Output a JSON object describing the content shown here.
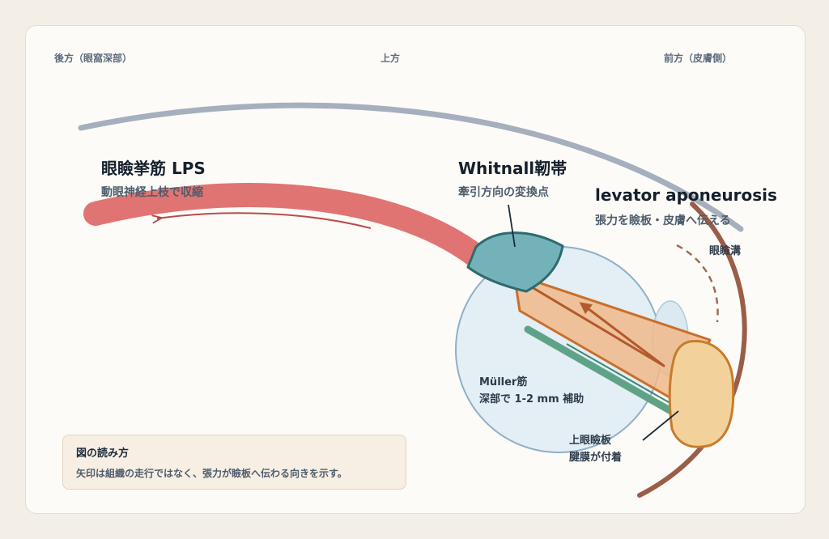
{
  "directions": {
    "posterior": "後方（眼窩深部）",
    "superior": "上方",
    "anterior": "前方（皮膚側）"
  },
  "lps": {
    "title": "眼瞼挙筋 LPS",
    "subtitle": "動眼神経上枝で収縮"
  },
  "whitnall": {
    "title": "Whitnall靭帯",
    "subtitle": "牽引方向の変換点"
  },
  "aponeurosis": {
    "title": "levator aponeurosis",
    "subtitle": "張力を瞼板・皮膚へ伝える"
  },
  "crease": {
    "label": "眼瞼溝"
  },
  "muller": {
    "line1": "Müller筋",
    "line2": "深部で 1-2 mm 補助"
  },
  "tarsus": {
    "line1": "上眼瞼板",
    "line2": "腱膜が付着"
  },
  "legend": {
    "title": "図の読み方",
    "text": "矢印は組織の走行ではなく、張力が瞼板へ伝わる向きを示す。"
  },
  "colors": {
    "lps": "#e07473",
    "whitnall": "#73b2b8",
    "aponeurosis": "#f0b98a",
    "muller": "#5ea387",
    "tarsus": "#f2d29a",
    "skin": "#9a5e48",
    "orbit": "#a5afbd",
    "eyeball": "#e3eef5"
  }
}
